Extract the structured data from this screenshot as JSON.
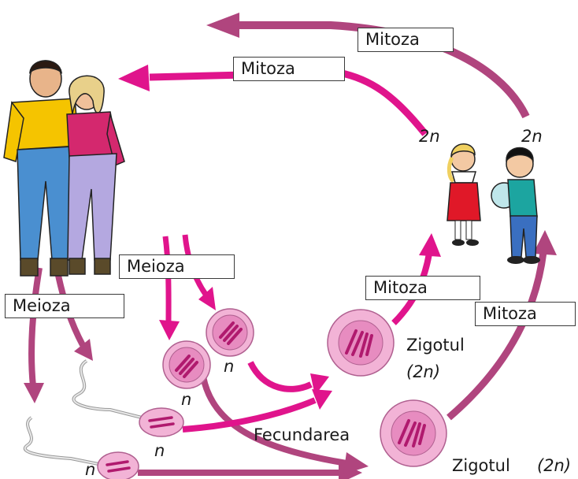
{
  "labels": {
    "mitoza_top": "Mitoza",
    "mitoza_upper": "Mitoza",
    "meioza_center": "Meioza",
    "meioza_left": "Meioza",
    "mitoza_zygote": "Mitoza",
    "mitoza_right": "Mitoza",
    "zigotul_1": "Zigotul",
    "zigotul_1_ploidy": "(2n)",
    "zigotul_2": "Zigotul",
    "zigotul_2_ploidy": "(2n)",
    "fecundarea": "Fecundarea",
    "ploidy_2n_girl": "2n",
    "ploidy_2n_boy": "2n",
    "n_egg_upper": "n",
    "n_egg_lower": "n",
    "n_sperm_upper": "n",
    "n_sperm_lower": "n"
  },
  "colors": {
    "arrow_mauve": "#b0457e",
    "arrow_magenta": "#e0148c",
    "cell_outer": "#f2b3d6",
    "cell_inner": "#e78cc0",
    "chromosome": "#b01a6e"
  },
  "icons": [
    "adult-couple-illustration",
    "girl-child-illustration",
    "boy-child-illustration",
    "egg-cell-icon",
    "sperm-cell-icon",
    "zygote-cell-icon"
  ]
}
